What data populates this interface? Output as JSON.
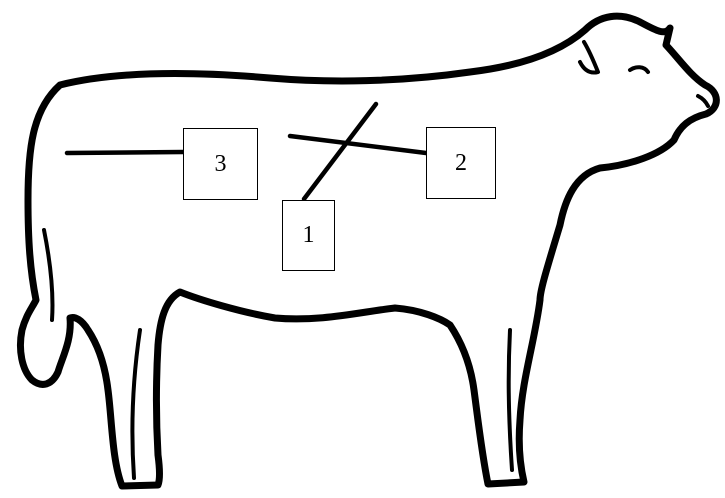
{
  "colors": {
    "outline": "#000000",
    "background": "#ffffff"
  },
  "figure": {
    "subject": "cow-outline"
  },
  "labels": {
    "one": "1",
    "two": "2",
    "three": "3"
  }
}
